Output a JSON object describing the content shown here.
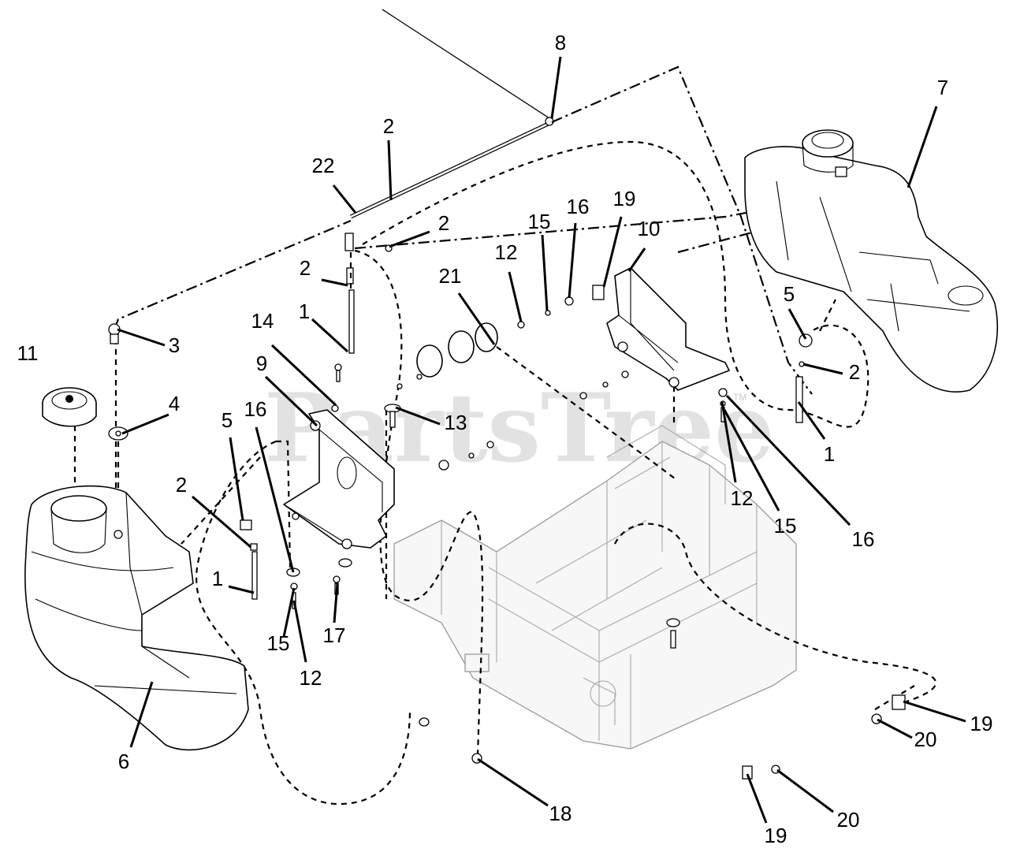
{
  "watermark": {
    "text": "PartsTree",
    "mark": "TM"
  },
  "callouts": [
    {
      "id": "c8",
      "label": "8"
    },
    {
      "id": "c7",
      "label": "7"
    },
    {
      "id": "c2a",
      "label": "2"
    },
    {
      "id": "c22",
      "label": "22"
    },
    {
      "id": "c2b",
      "label": "2"
    },
    {
      "id": "c12a",
      "label": "12"
    },
    {
      "id": "c15a",
      "label": "15"
    },
    {
      "id": "c16a",
      "label": "16"
    },
    {
      "id": "c19a",
      "label": "19"
    },
    {
      "id": "c10",
      "label": "10"
    },
    {
      "id": "c21",
      "label": "21"
    },
    {
      "id": "c2c",
      "label": "2"
    },
    {
      "id": "c1a",
      "label": "1"
    },
    {
      "id": "c14",
      "label": "14"
    },
    {
      "id": "c11",
      "label": "11"
    },
    {
      "id": "c3",
      "label": "3"
    },
    {
      "id": "c9",
      "label": "9"
    },
    {
      "id": "c4",
      "label": "4"
    },
    {
      "id": "c13",
      "label": "13"
    },
    {
      "id": "c5a",
      "label": "5"
    },
    {
      "id": "c16b",
      "label": "16"
    },
    {
      "id": "c2d",
      "label": "2"
    },
    {
      "id": "c1b",
      "label": "1"
    },
    {
      "id": "c15b",
      "label": "15"
    },
    {
      "id": "c12b",
      "label": "12"
    },
    {
      "id": "c17",
      "label": "17"
    },
    {
      "id": "c6",
      "label": "6"
    },
    {
      "id": "c5b",
      "label": "5"
    },
    {
      "id": "c2e",
      "label": "2"
    },
    {
      "id": "c1c",
      "label": "1"
    },
    {
      "id": "c12c",
      "label": "12"
    },
    {
      "id": "c15c",
      "label": "15"
    },
    {
      "id": "c16c",
      "label": "16"
    },
    {
      "id": "c19b",
      "label": "19"
    },
    {
      "id": "c20a",
      "label": "20"
    },
    {
      "id": "c18",
      "label": "18"
    },
    {
      "id": "c20b",
      "label": "20"
    },
    {
      "id": "c19c",
      "label": "19"
    }
  ]
}
